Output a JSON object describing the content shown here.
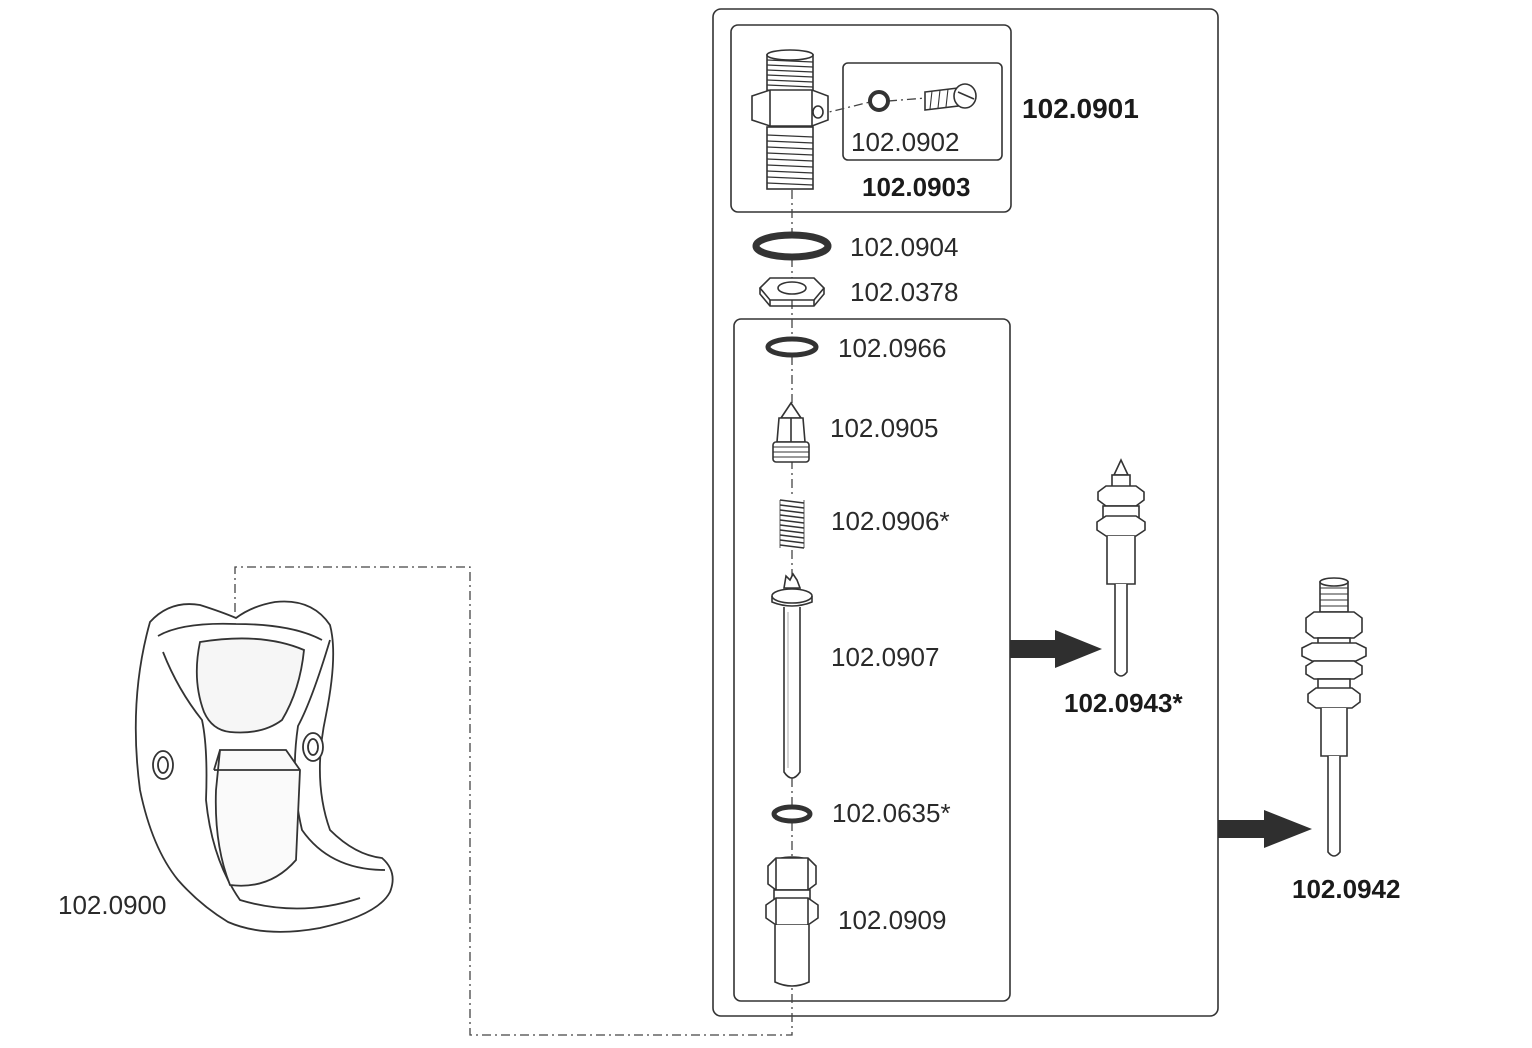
{
  "parts": {
    "p0901": "102.0901",
    "p0902": "102.0902",
    "p0903": "102.0903",
    "p0904": "102.0904",
    "p0378": "102.0378",
    "p0966": "102.0966",
    "p0905": "102.0905",
    "p0906": "102.0906*",
    "p0907": "102.0907",
    "p0635": "102.0635*",
    "p0909": "102.0909",
    "p0943": "102.0943*",
    "p0942": "102.0942",
    "p0900": "102.0900"
  },
  "colors": {
    "line": "#333333",
    "arrow": "#2f2f2f",
    "shading": "#dddddd"
  }
}
